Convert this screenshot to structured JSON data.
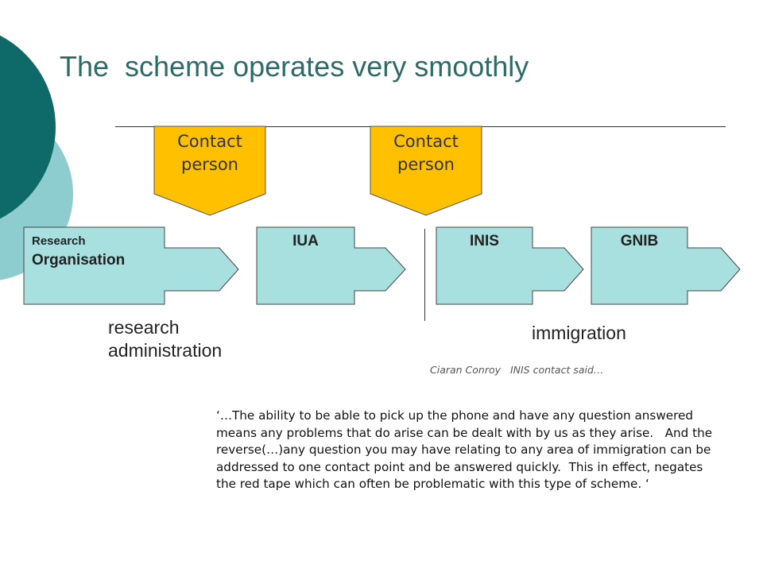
{
  "title": "The  scheme operates very smoothly",
  "colors": {
    "title": "#2d6b68",
    "box_fill": "#a8e0e0",
    "contact_fill": "#ffc000",
    "dark_teal": "#0d6a69",
    "light_teal": "#8ecdcf"
  },
  "contacts": [
    {
      "line1": "Contact",
      "line2": "person"
    },
    {
      "line1": "Contact",
      "line2": "person"
    }
  ],
  "boxes": [
    {
      "line1": "Research",
      "line2": "Organisation"
    },
    {
      "label": "IUA"
    },
    {
      "label": "INIS"
    },
    {
      "label": "GNIB"
    }
  ],
  "research_admin": {
    "line1": "research",
    "line2": "administration"
  },
  "immigration": "immigration",
  "attribution": "Ciaran Conroy   INIS contact said…",
  "quote": "‘…The ability to be able to pick up the phone and have any question answered means any problems that do arise can be dealt with by us as they arise.   And the reverse(…)any question you may have relating to any area of immigration can be addressed to one contact point and be answered quickly.  This in effect, negates the red tape which can often be problematic with this type of scheme. ‘"
}
